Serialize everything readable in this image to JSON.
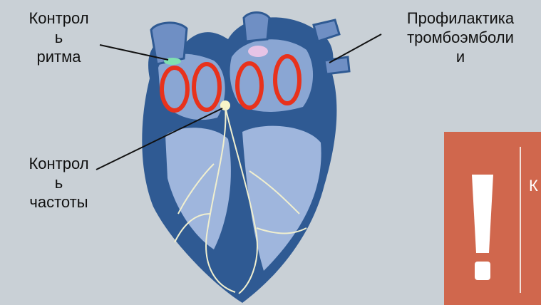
{
  "labels": {
    "rhythm_control": "Контрол\nь\nритма",
    "frequency_control": "Контрол\nь\nчастоты",
    "thromboembolism_prophylaxis": "Профилактика\nтромбоэмболи\nи"
  },
  "callout": {
    "text": "К",
    "color": "#d0674d"
  },
  "colors": {
    "background": "#c9d0d6",
    "heart": "#2f5a93",
    "arrows": "#e8321c",
    "nerves": "#f0efcf"
  }
}
